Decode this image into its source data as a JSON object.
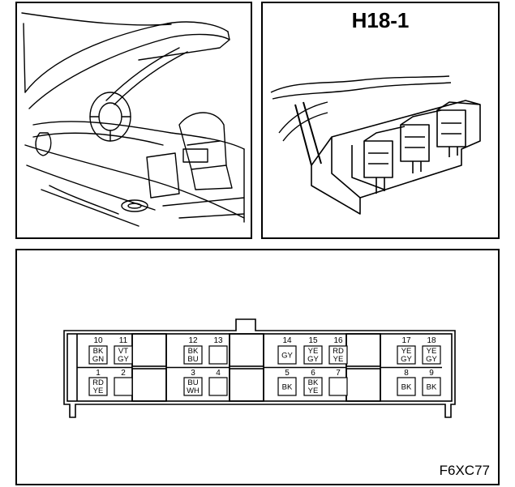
{
  "connector": {
    "title": "H18-1",
    "figure_code": "F6XC77"
  },
  "pins": [
    {
      "num": "10",
      "colors": [
        "BK",
        "GN"
      ]
    },
    {
      "num": "11",
      "colors": [
        "VT",
        "GY"
      ]
    },
    {
      "num": "12",
      "colors": [
        "BK",
        "BU"
      ]
    },
    {
      "num": "13",
      "colors": []
    },
    {
      "num": "14",
      "colors": [
        "GY"
      ]
    },
    {
      "num": "15",
      "colors": [
        "YE",
        "GY"
      ]
    },
    {
      "num": "16",
      "colors": [
        "RD",
        "YE"
      ]
    },
    {
      "num": "17",
      "colors": [
        "YE",
        "GY"
      ]
    },
    {
      "num": "18",
      "colors": [
        "YE",
        "GY"
      ]
    },
    {
      "num": "1",
      "colors": [
        "RD",
        "YE"
      ]
    },
    {
      "num": "2",
      "colors": []
    },
    {
      "num": "3",
      "colors": [
        "BU",
        "WH"
      ]
    },
    {
      "num": "4",
      "colors": []
    },
    {
      "num": "5",
      "colors": [
        "BK"
      ]
    },
    {
      "num": "6",
      "colors": [
        "BK",
        "YE"
      ]
    },
    {
      "num": "7",
      "colors": []
    },
    {
      "num": "8",
      "colors": [
        "BK"
      ]
    },
    {
      "num": "9",
      "colors": [
        "BK"
      ]
    }
  ]
}
